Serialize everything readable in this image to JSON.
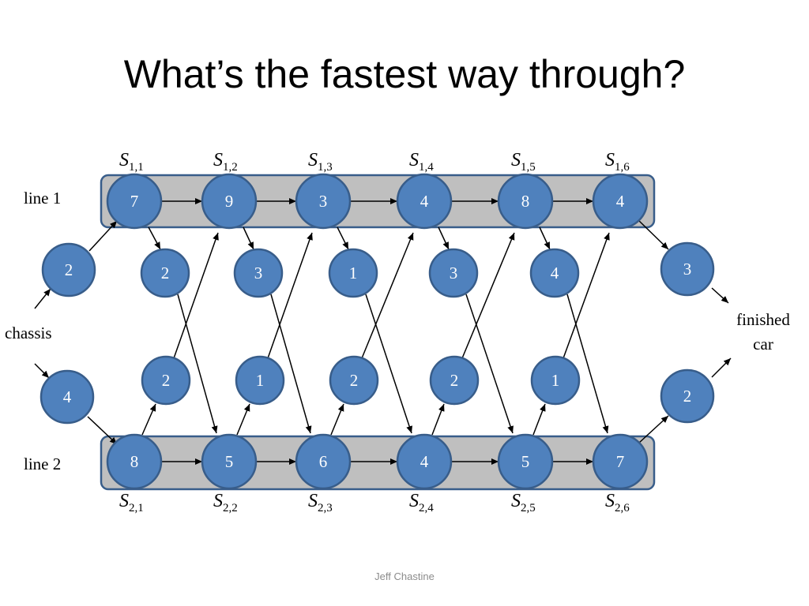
{
  "title": "What’s the fastest way through?",
  "footer": "Jeff Chastine",
  "labels": {
    "line1": "line 1",
    "line2": "line 2",
    "chassis": "chassis",
    "finished_1": "finished",
    "finished_2": "car"
  },
  "colors": {
    "node_fill": "#4f81bd",
    "node_stroke": "#385d8a",
    "band_fill": "#bfbfbf",
    "band_stroke": "#385d8a",
    "arrow": "#000000"
  },
  "line1": {
    "stations": [
      {
        "name_letter": "S",
        "name_sub": "1,1",
        "value": "7"
      },
      {
        "name_letter": "S",
        "name_sub": "1,2",
        "value": "9"
      },
      {
        "name_letter": "S",
        "name_sub": "1,3",
        "value": "3"
      },
      {
        "name_letter": "S",
        "name_sub": "1,4",
        "value": "4"
      },
      {
        "name_letter": "S",
        "name_sub": "1,5",
        "value": "8"
      },
      {
        "name_letter": "S",
        "name_sub": "1,6",
        "value": "4"
      }
    ],
    "entry": "2",
    "exit": "3",
    "transfers_to_line2": [
      "2",
      "3",
      "1",
      "3",
      "4"
    ]
  },
  "line2": {
    "stations": [
      {
        "name_letter": "S",
        "name_sub": "2,1",
        "value": "8"
      },
      {
        "name_letter": "S",
        "name_sub": "2,2",
        "value": "5"
      },
      {
        "name_letter": "S",
        "name_sub": "2,3",
        "value": "6"
      },
      {
        "name_letter": "S",
        "name_sub": "2,4",
        "value": "4"
      },
      {
        "name_letter": "S",
        "name_sub": "2,5",
        "value": "5"
      },
      {
        "name_letter": "S",
        "name_sub": "2,6",
        "value": "7"
      }
    ],
    "entry": "4",
    "exit": "2",
    "transfers_to_line1": [
      "2",
      "1",
      "2",
      "2",
      "1"
    ]
  }
}
